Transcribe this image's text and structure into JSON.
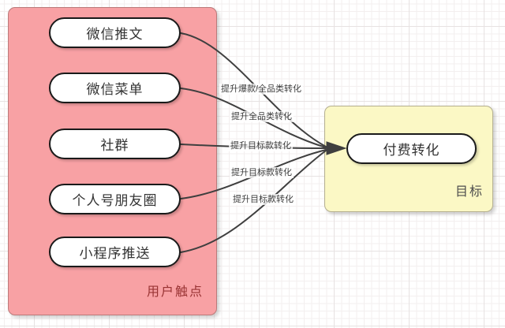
{
  "diagram": {
    "groups": {
      "touchpoints": {
        "label": "用户触点",
        "items": [
          {
            "label": "微信推文"
          },
          {
            "label": "微信菜单"
          },
          {
            "label": "社群"
          },
          {
            "label": "个人号朋友圈"
          },
          {
            "label": "小程序推送"
          }
        ]
      },
      "goal": {
        "label": "目标",
        "node": {
          "label": "付费转化"
        }
      }
    },
    "edges": [
      {
        "from": "微信推文",
        "to": "付费转化",
        "label": "提升爆款/全品类转化"
      },
      {
        "from": "微信菜单",
        "to": "付费转化",
        "label": "提升全品类转化"
      },
      {
        "from": "社群",
        "to": "付费转化",
        "label": "提升目标款转化"
      },
      {
        "from": "个人号朋友圈",
        "to": "付费转化",
        "label": "提升目标款转化"
      },
      {
        "from": "小程序推送",
        "to": "付费转化",
        "label": "提升目标款转化"
      }
    ],
    "colors": {
      "touchpoint_group_fill": "#f8a1a4",
      "touchpoint_group_border": "#bb7a7a",
      "touchpoint_group_label": "#993333",
      "goal_group_fill": "#fbf8c5",
      "goal_group_border": "#b3ae8f",
      "goal_group_label": "#4d4d4d",
      "node_fill": "#ffffff",
      "node_border": "#1a1a1a",
      "node_text": "#333333",
      "edge_stroke": "#3f3f3f",
      "edge_label_text": "#3d3d3d",
      "grid_minor": "#f3efef",
      "grid_major": "#e7e2e2"
    }
  }
}
